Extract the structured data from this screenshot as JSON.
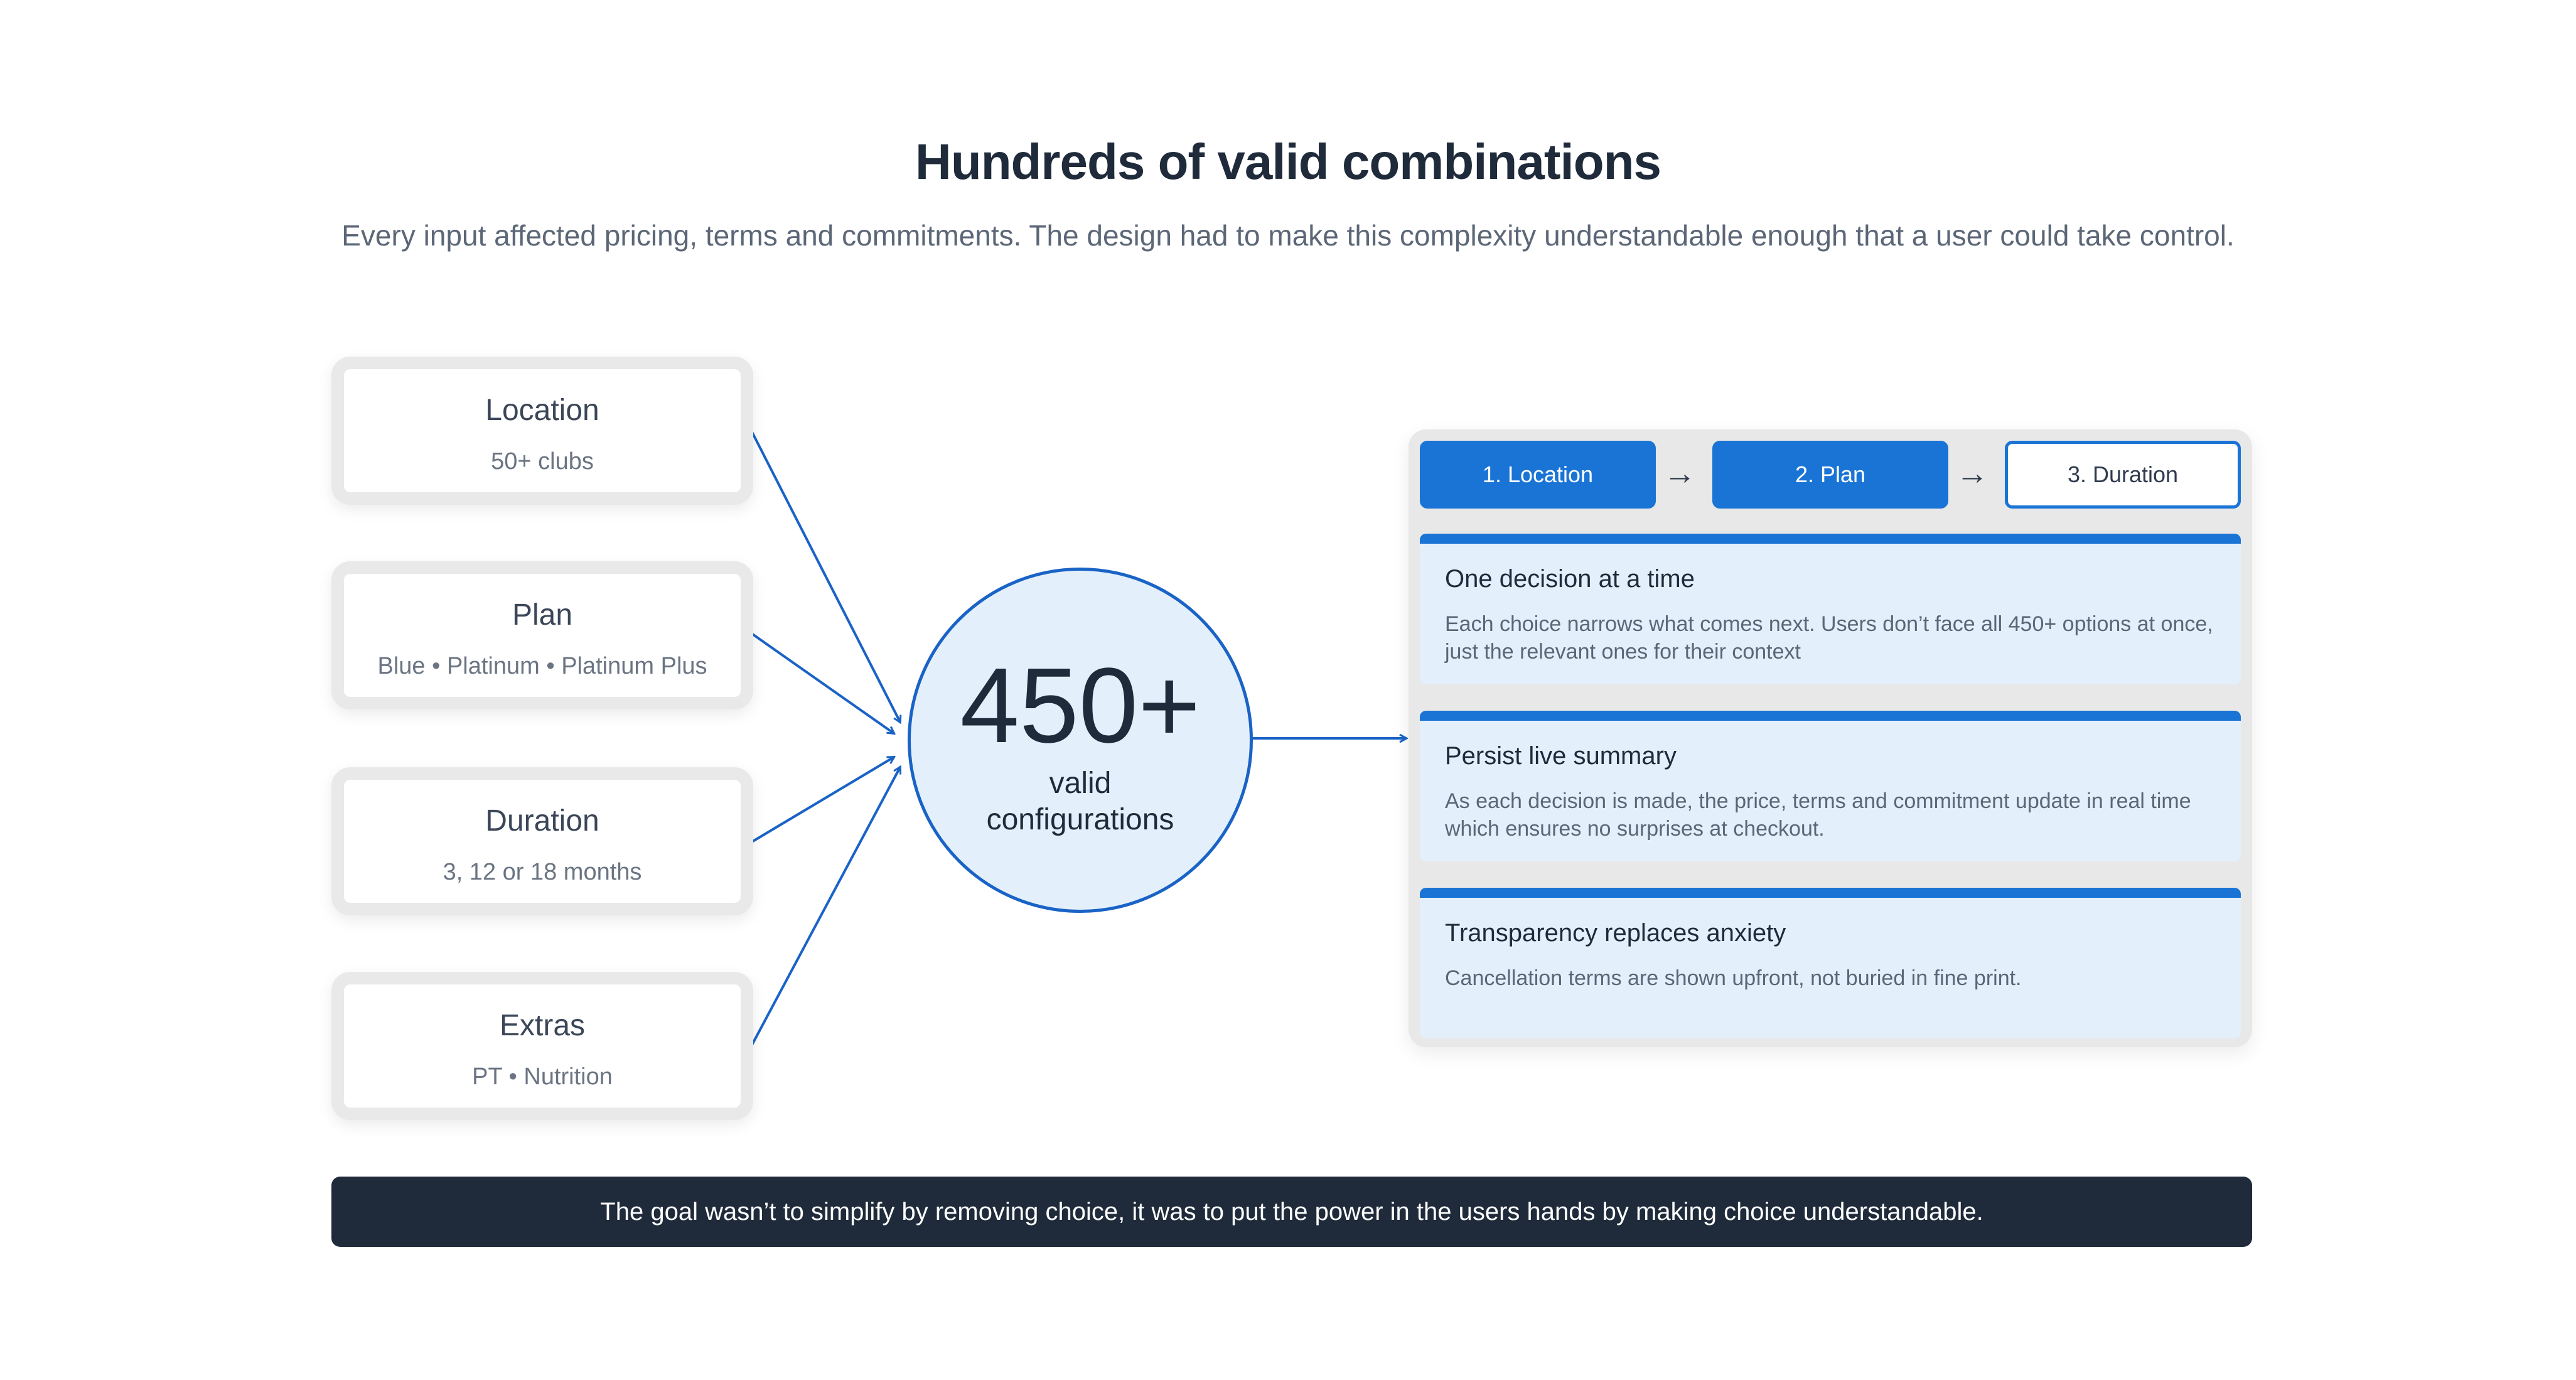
{
  "header": {
    "title": "Hundreds of valid combinations",
    "subtitle": "Every input affected pricing, terms and commitments. The design had to make this complexity understandable enough that a user could take control."
  },
  "inputs": [
    {
      "label": "Location",
      "sub": "50+ clubs"
    },
    {
      "label": "Plan",
      "sub": "Blue • Platinum • Platinum Plus"
    },
    {
      "label": "Duration",
      "sub": "3, 12 or 18 months"
    },
    {
      "label": "Extras",
      "sub": "PT • Nutrition"
    }
  ],
  "hub": {
    "count": "450+",
    "line1": "valid",
    "line2": "configurations"
  },
  "steps": [
    {
      "label": "1. Location",
      "state": "active"
    },
    {
      "label": "2. Plan",
      "state": "active"
    },
    {
      "label": "3. Duration",
      "state": "pending"
    }
  ],
  "features": [
    {
      "title": "One decision at a time",
      "body": "Each choice narrows what comes next. Users don’t face all 450+ options at once, just the relevant ones for their context"
    },
    {
      "title": "Persist live summary",
      "body": "As each decision is made, the price, terms and commitment update in real time which ensures no surprises at checkout."
    },
    {
      "title": "Transparency replaces anxiety",
      "body": "Cancellation terms are shown upfront, not buried in fine print."
    }
  ],
  "footer": {
    "text": "The goal wasn’t to simplify by removing choice, it was to put the power in the users hands by making choice understandable."
  },
  "colors": {
    "accent": "#1a74d6",
    "dark": "#1f2b3a",
    "light_blue": "#e3f0fb",
    "card_border": "#e9e9e9"
  }
}
